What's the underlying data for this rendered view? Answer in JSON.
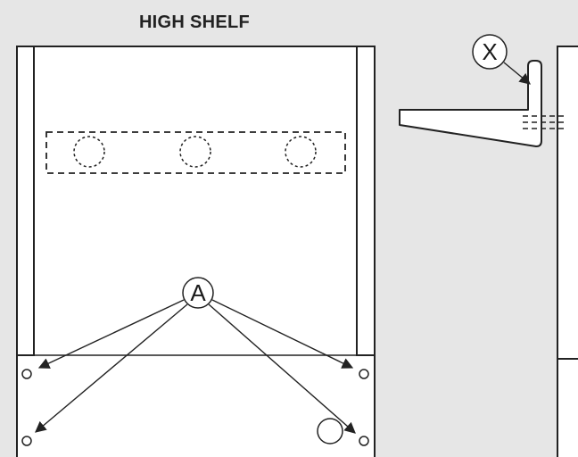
{
  "title": "HIGH SHELF",
  "callouts": {
    "a": "A",
    "x": "X"
  },
  "colors": {
    "background": "#e6e6e6",
    "panel": "#ffffff",
    "stroke": "#222222"
  }
}
